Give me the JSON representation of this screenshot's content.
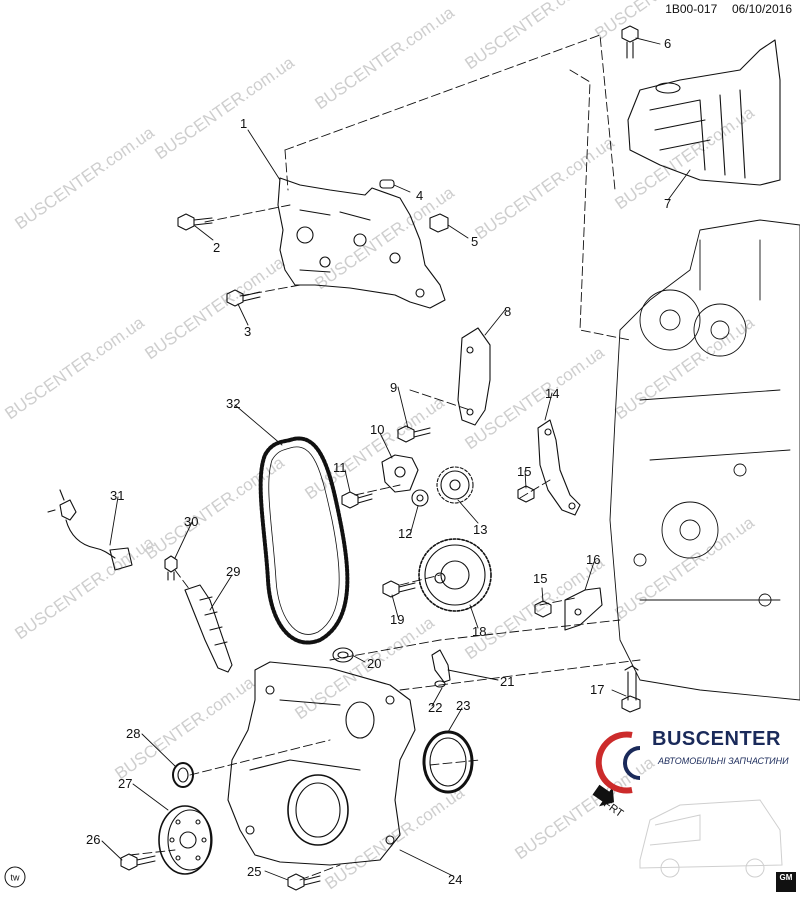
{
  "header": {
    "code": "1B00-017",
    "date": "06/10/2016"
  },
  "callouts": [
    {
      "n": "1"
    },
    {
      "n": "2"
    },
    {
      "n": "3"
    },
    {
      "n": "4"
    },
    {
      "n": "5"
    },
    {
      "n": "6"
    },
    {
      "n": "7"
    },
    {
      "n": "8"
    },
    {
      "n": "9"
    },
    {
      "n": "10"
    },
    {
      "n": "11"
    },
    {
      "n": "12"
    },
    {
      "n": "13"
    },
    {
      "n": "14"
    },
    {
      "n": "15"
    },
    {
      "n": "15"
    },
    {
      "n": "16"
    },
    {
      "n": "17"
    },
    {
      "n": "18"
    },
    {
      "n": "19"
    },
    {
      "n": "20"
    },
    {
      "n": "21"
    },
    {
      "n": "22"
    },
    {
      "n": "23"
    },
    {
      "n": "24"
    },
    {
      "n": "25"
    },
    {
      "n": "26"
    },
    {
      "n": "27"
    },
    {
      "n": "28"
    },
    {
      "n": "29"
    },
    {
      "n": "30"
    },
    {
      "n": "31"
    },
    {
      "n": "32"
    }
  ],
  "watermark": {
    "text": "BUSCENTER.com.ua"
  },
  "logo": {
    "title": "BUSCENTER",
    "subtitle": "АВТОМОБІЛЬНІ ЗАПЧАСТИНИ"
  },
  "direction_label": "FRT",
  "badges": {
    "corner_left": "tw",
    "corner_right": "GM"
  }
}
